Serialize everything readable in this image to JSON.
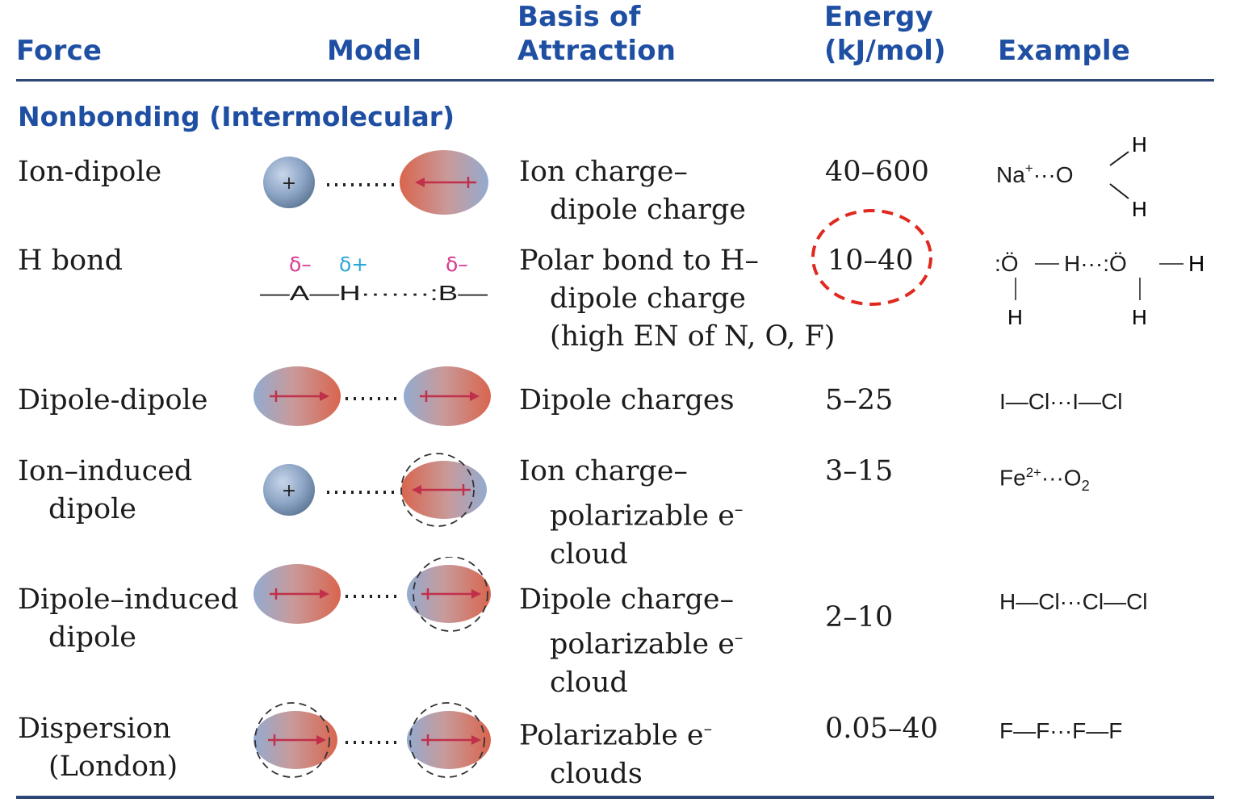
{
  "headers": {
    "force": "Force",
    "model": "Model",
    "basis_line1": "Basis of",
    "basis_line2": "Attraction",
    "energy_line1": "Energy",
    "energy_line2": "(kJ/mol)",
    "example": "Example"
  },
  "section_title": "Nonbonding (Intermolecular)",
  "rows": [
    {
      "force": [
        "Ion-dipole"
      ],
      "basis": [
        "Ion charge–",
        "dipole charge"
      ],
      "energy": "40–600",
      "example": {
        "na": "Na",
        "na_sup": "+",
        "dots": "···",
        "o": "O",
        "h1": "H",
        "h2": "H"
      }
    },
    {
      "force": [
        "H bond"
      ],
      "basis": [
        "Polar bond to H–",
        "dipole charge",
        "(high EN of N, O, F)"
      ],
      "energy": "10–40",
      "model_labels": {
        "d1": "δ–",
        "d2": "δ+",
        "d3": "δ–",
        "chain": "—A—H·······:B—"
      },
      "example": {
        "o1": ":Ö",
        "h_mid": "H",
        "dots": "···",
        "o2": ":Ö",
        "h_right": "H",
        "h_bottom1": "H",
        "h_bottom2": "H"
      }
    },
    {
      "force": [
        "Dipole-dipole"
      ],
      "basis": [
        "Dipole charges"
      ],
      "energy": "5–25",
      "example": {
        "text": "I—Cl···I—Cl"
      }
    },
    {
      "force": [
        "Ion–induced",
        "dipole"
      ],
      "basis": [
        "Ion charge–",
        "polarizable e",
        "cloud"
      ],
      "basis_sup": "–",
      "energy": "3–15",
      "example": {
        "fe": "Fe",
        "fe_sup": "2+",
        "dots": "···O",
        "o_sub": "2"
      }
    },
    {
      "force": [
        "Dipole–induced",
        "dipole"
      ],
      "basis": [
        "Dipole charge–",
        "polarizable e",
        "cloud"
      ],
      "basis_sup": "–",
      "energy": "2–10",
      "example": {
        "text": "H—Cl···Cl—Cl"
      }
    },
    {
      "force": [
        "Dispersion",
        "(London)"
      ],
      "basis": [
        "Polarizable e",
        "clouds"
      ],
      "basis_sup": "–",
      "energy": "0.05–40",
      "example": {
        "text": "F—F···F—F"
      }
    }
  ],
  "colors": {
    "header_blue": "#1f4fa3",
    "rule": "#2d4577",
    "highlight_red": "#e0281e",
    "delta_minus": "#d63a8f",
    "delta_plus": "#2aa6d9"
  }
}
